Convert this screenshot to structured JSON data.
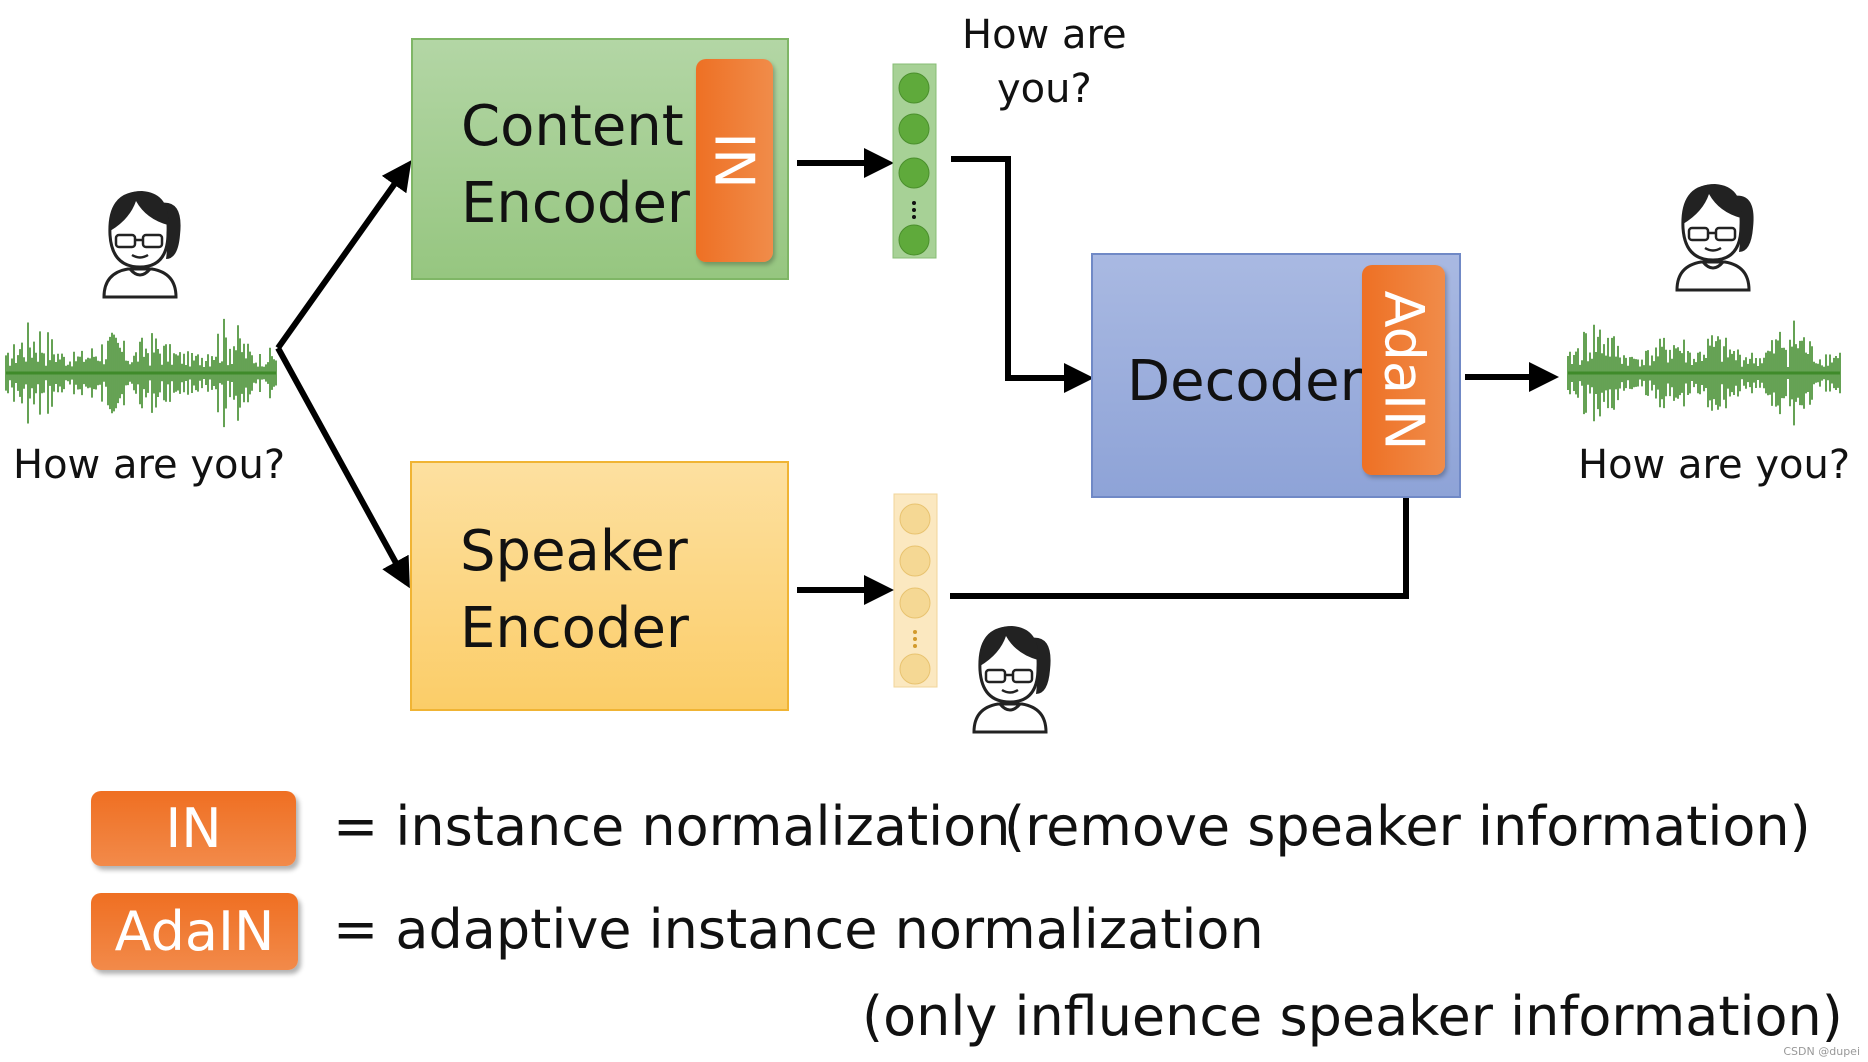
{
  "blocks": {
    "content_encoder": "Content\nEncoder",
    "speaker_encoder": "Speaker\nEncoder",
    "decoder": "Decoder",
    "in_tag": "IN",
    "adain_tag": "AdaIN"
  },
  "input_caption": "How are you?",
  "output_caption": "How are you?",
  "content_vector_caption": "How are\nyou?",
  "legend": [
    {
      "tag": "IN",
      "text": "= instance normalization",
      "note": "(remove speaker information)"
    },
    {
      "tag": "AdaIN",
      "text": "= adaptive instance normalization",
      "note": "(only influence speaker information)"
    }
  ],
  "watermark": "CSDN @dupei",
  "colors": {
    "content": "#a4cf92",
    "speaker": "#fcd47e",
    "decoder": "#9aaedc",
    "norm": "#ee7627",
    "content_dot": "#5faa3b",
    "speaker_dot": "#f5d894",
    "waveform": "#3f8b2a"
  }
}
